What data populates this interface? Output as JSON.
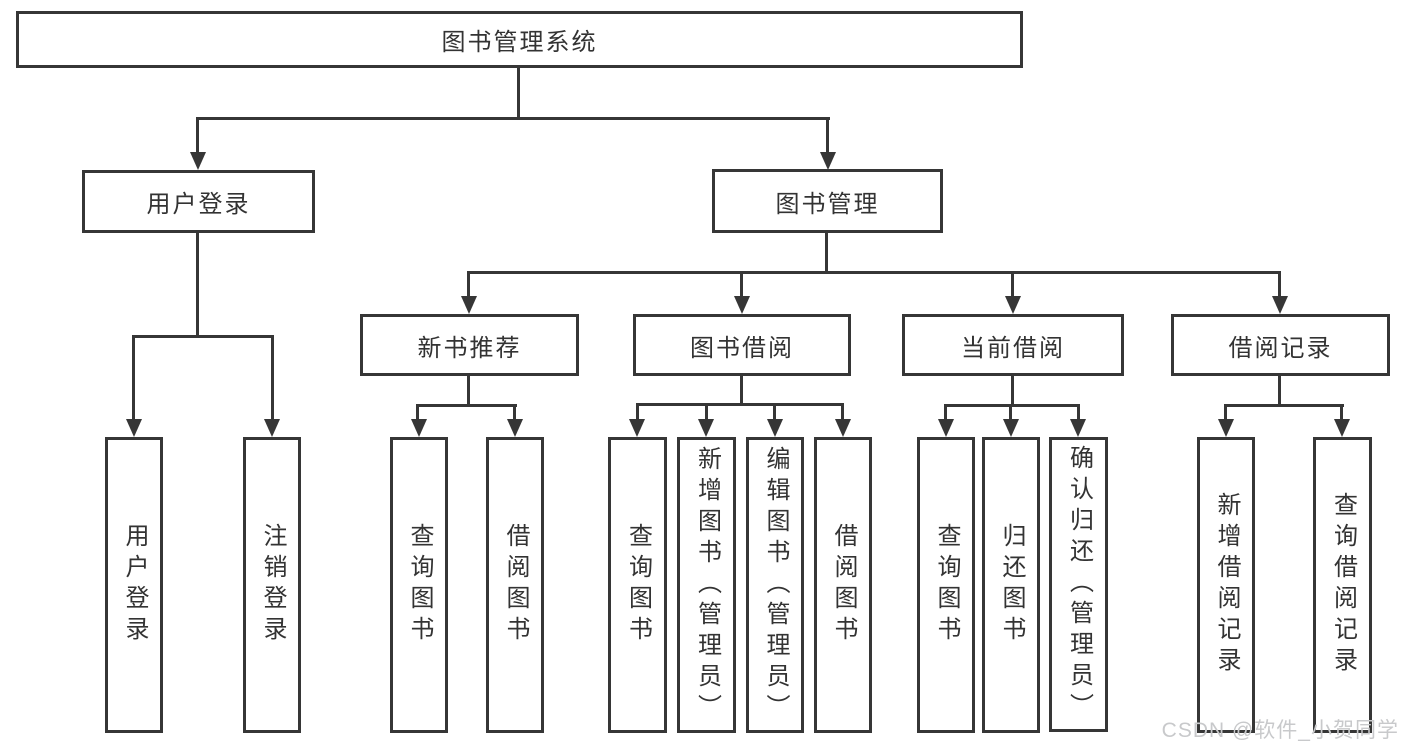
{
  "diagram": {
    "title": "图书管理系统",
    "colors": {
      "line": "#363636",
      "background": "#ffffff",
      "watermark": "#c8c9cb"
    },
    "watermark": "CSDN @软件_小贺同学",
    "nodes": {
      "root": "图书管理系统",
      "user_login_group": "用户登录",
      "book_management": "图书管理",
      "new_book_recommendation": "新书推荐",
      "book_borrowing": "图书借阅",
      "current_borrowing": "当前借阅",
      "borrowing_records": "借阅记录",
      "user_login": "用户登录",
      "logout": "注销登录",
      "rec_query_books": "查询图书",
      "rec_borrow_books": "借阅图书",
      "bb_query_books": "查询图书",
      "bb_add_books_admin": "新增图书（管理员）",
      "bb_edit_books_admin": "编辑图书（管理员）",
      "bb_borrow_books": "借阅图书",
      "cb_query_books": "查询图书",
      "cb_return_books": "归还图书",
      "cb_confirm_return_admin": "确认归还（管理员）",
      "br_add_record": "新增借阅记录",
      "br_query_record": "查询借阅记录"
    }
  }
}
